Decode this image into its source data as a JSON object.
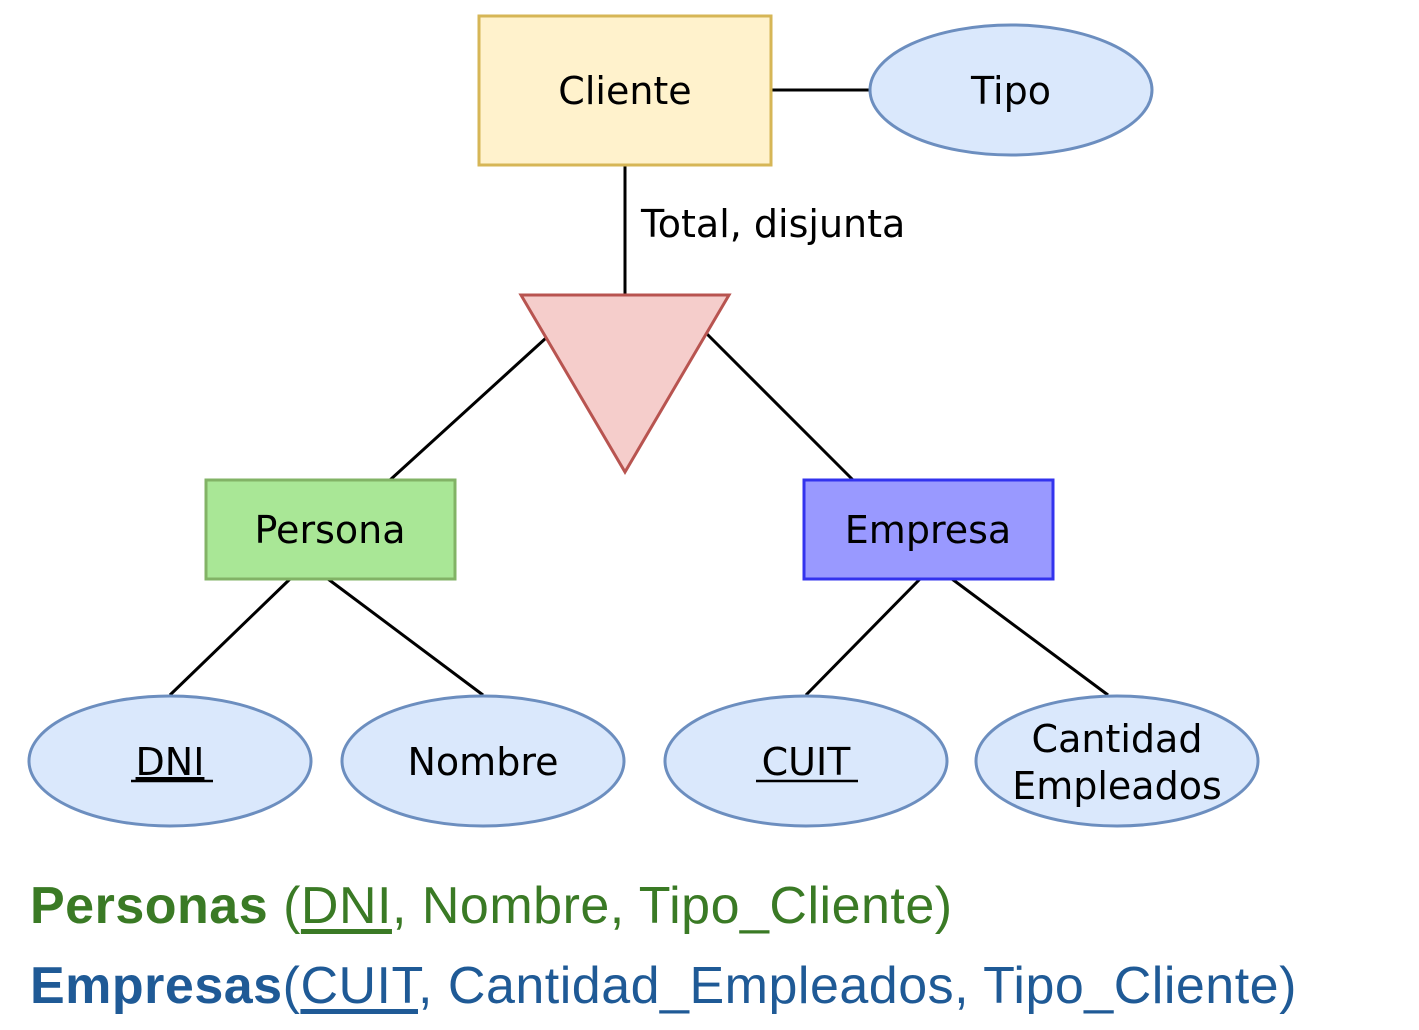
{
  "entities": {
    "cliente": "Cliente",
    "persona": "Persona",
    "empresa": "Empresa"
  },
  "attributes": {
    "tipo": "Tipo",
    "dni": "DNI",
    "nombre": "Nombre",
    "cuit": "CUIT",
    "cantidad_line1": "Cantidad",
    "cantidad_line2": "Empleados"
  },
  "specialization_label": "Total, disjunta",
  "schema": {
    "personas": {
      "name": "Personas",
      "open": " (",
      "pk": "DNI",
      "rest": ", Nombre, Tipo_Cliente)"
    },
    "empresas": {
      "name": "Empresas",
      "open": "(",
      "pk": "CUIT",
      "rest": ", Cantidad_Empleados, Tipo_Cliente)"
    }
  },
  "colors": {
    "cliente_fill": "#fff2cc",
    "cliente_stroke": "#d6b656",
    "persona_fill": "#a9e796",
    "persona_stroke": "#82b366",
    "empresa_fill": "#9999ff",
    "empresa_stroke": "#3333ee",
    "attribute_fill": "#dae8fc",
    "attribute_stroke": "#6c8ebf",
    "triangle_fill": "#f5cdcb",
    "triangle_stroke": "#b85450",
    "personas_text": "#3a7a25",
    "empresas_text": "#1f5a96"
  }
}
